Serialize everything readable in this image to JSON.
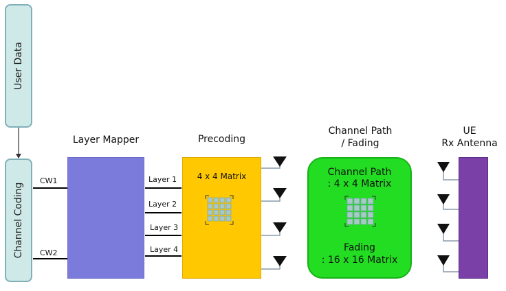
{
  "user_data": "User Data",
  "channel_coding": "Channel Coding",
  "layer_mapper": "Layer Mapper",
  "precoding": "Precoding",
  "channel_path_header": [
    "Channel Path",
    "/ Fading"
  ],
  "ue_header": [
    "UE",
    "Rx Antenna"
  ],
  "codewords": [
    "CW1",
    "CW2"
  ],
  "layers": [
    "Layer 1",
    "Layer 2",
    "Layer 3",
    "Layer 4"
  ],
  "precoding_matrix": "4 x 4 Matrix",
  "channel_path_text": [
    "Channel Path",
    ": 4 x 4 Matrix"
  ],
  "fading_text": [
    "Fading",
    ": 16 x 16 Matrix"
  ],
  "colors": {
    "mapper": "#7b7bdc",
    "precoding": "#ffc800",
    "channel": "#22dd22",
    "ue": "#7b3fa8",
    "side_box": "#cfe8e8"
  }
}
